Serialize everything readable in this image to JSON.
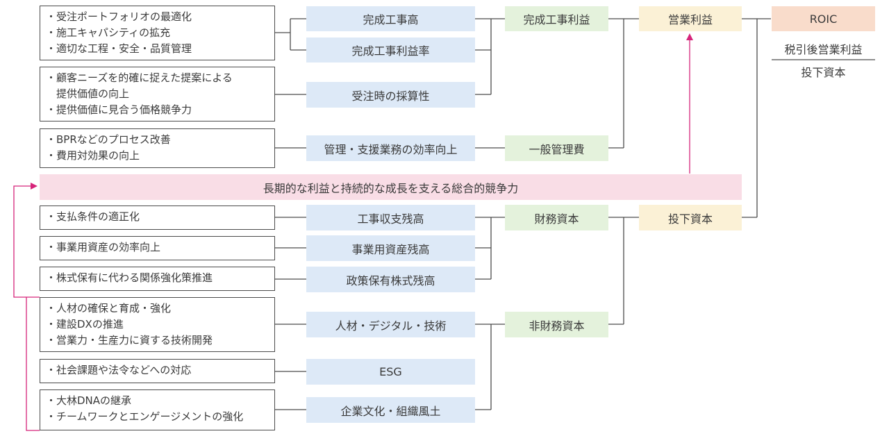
{
  "action_groups": [
    {
      "items": [
        "・受注ポートフォリオの最適化",
        "・施工キャパシティの拡充",
        "・適切な工程・安全・品質管理"
      ]
    },
    {
      "items": [
        "・顧客ニーズを的確に捉えた提案による",
        "　提供価値の向上",
        "・提供価値に見合う価格競争力"
      ]
    },
    {
      "items": [
        "・BPRなどのプロセス改善",
        "・費用対効果の向上"
      ]
    },
    {
      "items": [
        "・支払条件の適正化"
      ]
    },
    {
      "items": [
        "・事業用資産の効率向上"
      ]
    },
    {
      "items": [
        "・株式保有に代わる関係強化策推進"
      ]
    },
    {
      "items": [
        "・人材の確保と育成・強化",
        "・建設DXの推進",
        "・営業力・生産力に資する技術開発"
      ]
    },
    {
      "items": [
        "・社会課題や法令などへの対応"
      ]
    },
    {
      "items": [
        "・大林DNAの継承",
        "・チームワークとエンゲージメントの強化"
      ]
    }
  ],
  "kpis": [
    "完成工事高",
    "完成工事利益率",
    "受注時の採算性",
    "管理・支援業務の効率向上",
    "工事収支残高",
    "事業用資産残高",
    "政策保有株式残高",
    "人材・デジタル・技術",
    "ESG",
    "企業文化・組織風土"
  ],
  "mid": {
    "profit": "完成工事利益",
    "admin": "一般管理費",
    "fin_capital": "財務資本",
    "nonfin_capital": "非財務資本"
  },
  "top": {
    "op_profit": "営業利益",
    "invested": "投下資本"
  },
  "roic": {
    "label": "ROIC",
    "numerator": "税引後営業利益",
    "denominator": "投下資本"
  },
  "band": "長期的な利益と持続的な成長を支える総合的競争力",
  "colors": {
    "line": "#4a4a4a",
    "arrow": "#d6247a",
    "kpi": "#dde9f7",
    "mid": "#e4f2dc",
    "top": "#fbf1d6",
    "roic": "#f9dccb",
    "band": "#f9dde6"
  }
}
